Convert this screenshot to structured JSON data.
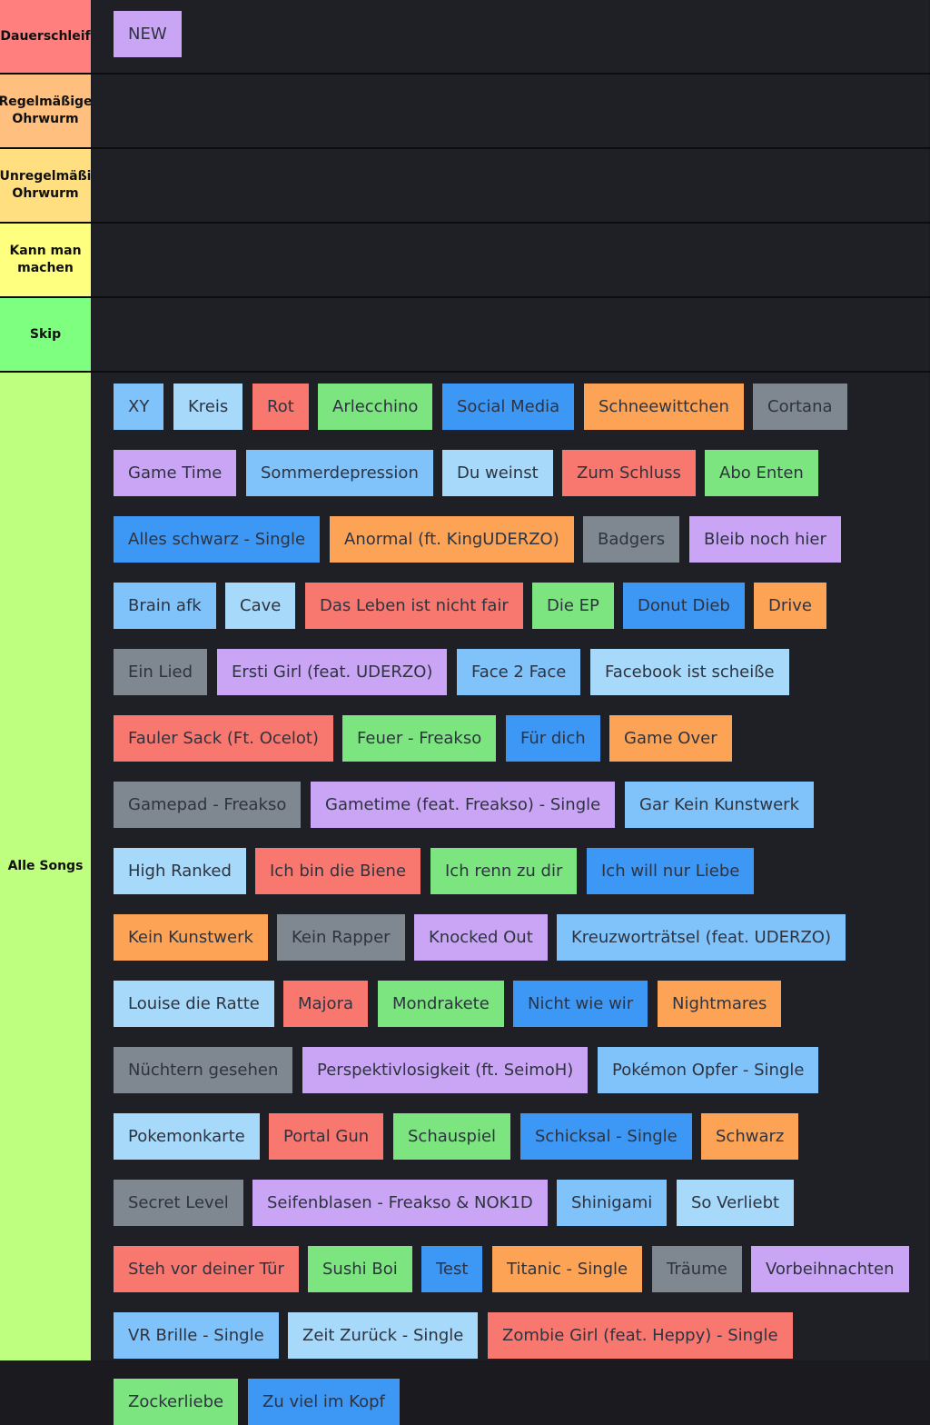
{
  "tiers": [
    {
      "label": "Dauerschleif",
      "color": "#ff7f7f"
    },
    {
      "label": "Regelmäßige\nOhrwurm",
      "color": "#ffbf7f"
    },
    {
      "label": "Unregelmäßi\nOhrwurm",
      "color": "#ffdf7f"
    },
    {
      "label": "Kann man\nmachen",
      "color": "#ffff7f"
    },
    {
      "label": "Skip",
      "color": "#7fff7f"
    },
    {
      "label": "Alle Songs",
      "color": "#bfff7f"
    }
  ],
  "item_colors": {
    "purple": "#caa5f5",
    "light_blue": "#80c2fa",
    "pale_blue": "#a6d9fa",
    "red": "#f8776e",
    "green": "#7de57f",
    "blue": "#3d97f5",
    "orange": "#fda356",
    "gray": "#7f8790"
  },
  "tier_items": [
    [
      {
        "label": "NEW",
        "color": "purple"
      }
    ],
    [],
    [],
    [],
    [],
    [
      {
        "label": "XY",
        "color": "light_blue"
      },
      {
        "label": "Kreis",
        "color": "pale_blue"
      },
      {
        "label": "Rot",
        "color": "red"
      },
      {
        "label": "Arlecchino",
        "color": "green"
      },
      {
        "label": "Social Media",
        "color": "blue"
      },
      {
        "label": "Schneewittchen",
        "color": "orange"
      },
      {
        "label": "Cortana",
        "color": "gray"
      },
      {
        "label": "Game Time",
        "color": "purple"
      },
      {
        "label": "Sommerdepression",
        "color": "light_blue"
      },
      {
        "label": "Du weinst",
        "color": "pale_blue"
      },
      {
        "label": "Zum Schluss",
        "color": "red"
      },
      {
        "label": "Abo Enten",
        "color": "green"
      },
      {
        "label": "Alles schwarz - Single",
        "color": "blue"
      },
      {
        "label": "Anormal (ft. KingUDERZO)",
        "color": "orange"
      },
      {
        "label": "Badgers",
        "color": "gray"
      },
      {
        "label": "Bleib noch hier",
        "color": "purple"
      },
      {
        "label": "Brain afk",
        "color": "light_blue"
      },
      {
        "label": "Cave",
        "color": "pale_blue"
      },
      {
        "label": "Das Leben ist nicht fair",
        "color": "red"
      },
      {
        "label": "Die EP",
        "color": "green"
      },
      {
        "label": "Donut Dieb",
        "color": "blue"
      },
      {
        "label": "Drive",
        "color": "orange"
      },
      {
        "label": "Ein Lied",
        "color": "gray"
      },
      {
        "label": "Ersti Girl (feat. UDERZO)",
        "color": "purple"
      },
      {
        "label": "Face 2 Face",
        "color": "light_blue"
      },
      {
        "label": "Facebook ist scheiße",
        "color": "pale_blue"
      },
      {
        "label": "Fauler Sack (Ft. Ocelot)",
        "color": "red"
      },
      {
        "label": "Feuer - Freakso",
        "color": "green"
      },
      {
        "label": "Für dich",
        "color": "blue"
      },
      {
        "label": "Game Over",
        "color": "orange"
      },
      {
        "label": "Gamepad - Freakso",
        "color": "gray"
      },
      {
        "label": "Gametime (feat. Freakso) - Single",
        "color": "purple"
      },
      {
        "label": "Gar Kein Kunstwerk",
        "color": "light_blue"
      },
      {
        "label": "High Ranked",
        "color": "pale_blue"
      },
      {
        "label": "Ich bin die Biene",
        "color": "red"
      },
      {
        "label": "Ich renn zu dir",
        "color": "green"
      },
      {
        "label": "Ich will nur Liebe",
        "color": "blue"
      },
      {
        "label": "Kein Kunstwerk",
        "color": "orange"
      },
      {
        "label": "Kein Rapper",
        "color": "gray"
      },
      {
        "label": "Knocked Out",
        "color": "purple"
      },
      {
        "label": "Kreuzworträtsel (feat. UDERZO)",
        "color": "light_blue"
      },
      {
        "label": "Louise die Ratte",
        "color": "pale_blue"
      },
      {
        "label": "Majora",
        "color": "red"
      },
      {
        "label": "Mondrakete",
        "color": "green"
      },
      {
        "label": "Nicht wie wir",
        "color": "blue"
      },
      {
        "label": "Nightmares",
        "color": "orange"
      },
      {
        "label": "Nüchtern gesehen",
        "color": "gray"
      },
      {
        "label": "Perspektivlosigkeit (ft. SeimoH)",
        "color": "purple"
      },
      {
        "label": "Pokémon Opfer - Single",
        "color": "light_blue"
      },
      {
        "label": "Pokemonkarte",
        "color": "pale_blue"
      },
      {
        "label": "Portal Gun",
        "color": "red"
      },
      {
        "label": "Schauspiel",
        "color": "green"
      },
      {
        "label": "Schicksal - Single",
        "color": "blue"
      },
      {
        "label": "Schwarz",
        "color": "orange"
      },
      {
        "label": "Secret Level",
        "color": "gray"
      },
      {
        "label": "Seifenblasen - Freakso & NOK1D",
        "color": "purple"
      },
      {
        "label": "Shinigami",
        "color": "light_blue"
      },
      {
        "label": "So Verliebt",
        "color": "pale_blue"
      },
      {
        "label": "Steh vor deiner Tür",
        "color": "red"
      },
      {
        "label": "Sushi Boi",
        "color": "green"
      },
      {
        "label": "Test",
        "color": "blue"
      },
      {
        "label": "Titanic - Single",
        "color": "orange"
      },
      {
        "label": "Träume",
        "color": "gray"
      },
      {
        "label": "Vorbeihnachten",
        "color": "purple"
      },
      {
        "label": "VR Brille - Single",
        "color": "light_blue"
      },
      {
        "label": "Zeit Zurück - Single",
        "color": "pale_blue"
      },
      {
        "label": "Zombie Girl (feat. Heppy) - Single",
        "color": "red"
      },
      {
        "label": "Zockerliebe",
        "color": "green"
      },
      {
        "label": "Zu viel im Kopf",
        "color": "blue"
      }
    ]
  ]
}
